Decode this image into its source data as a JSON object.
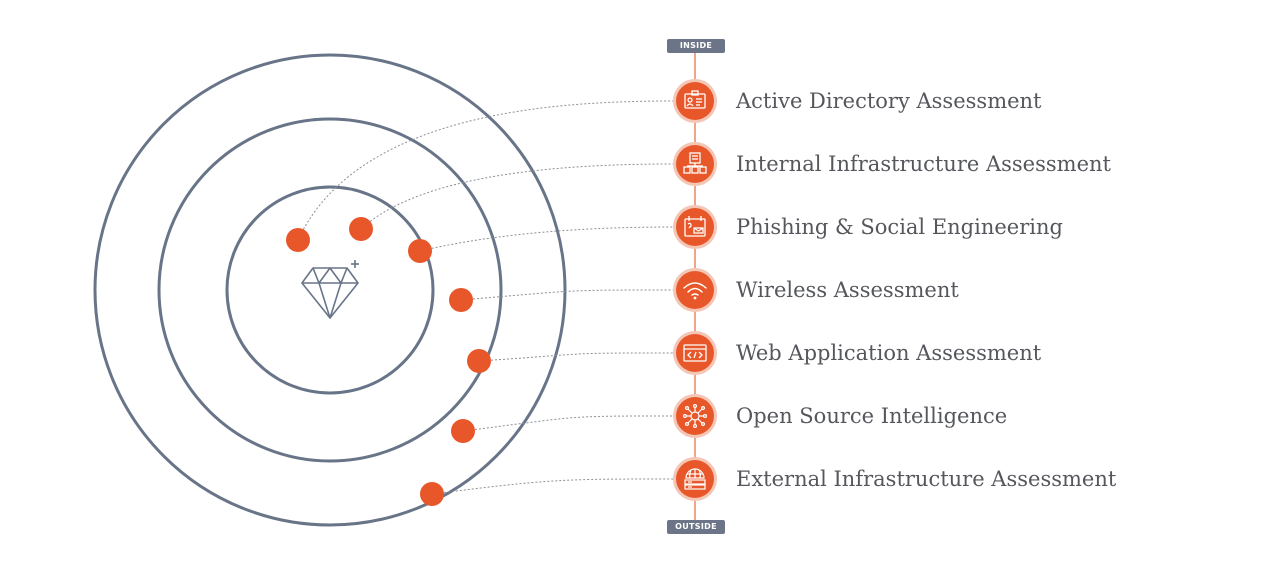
{
  "colors": {
    "ring": "#687487",
    "accent": "#e8572a",
    "accent_shadow": "#f4c6b6",
    "connector": "#8a8f98",
    "label": "#55575c",
    "badge": "#6b7587"
  },
  "center_icon": "diamond-icon",
  "axis": {
    "top_label": "INSIDE",
    "bottom_label": "OUTSIDE"
  },
  "items": [
    {
      "label": "Active Directory Assessment",
      "icon": "id-card-icon"
    },
    {
      "label": "Internal Infrastructure Assessment",
      "icon": "server-network-icon"
    },
    {
      "label": "Phishing & Social Engineering",
      "icon": "phishing-icon"
    },
    {
      "label": "Wireless Assessment",
      "icon": "wifi-icon"
    },
    {
      "label": "Web Application Assessment",
      "icon": "code-window-icon"
    },
    {
      "label": "Open Source Intelligence",
      "icon": "network-hub-icon"
    },
    {
      "label": "External Infrastructure Assessment",
      "icon": "globe-server-icon"
    }
  ]
}
